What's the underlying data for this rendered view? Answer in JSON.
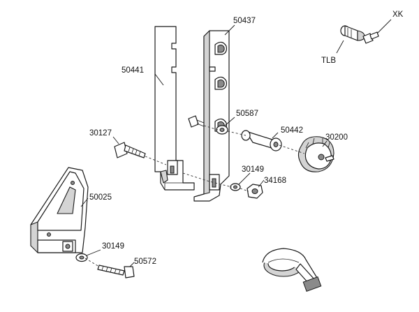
{
  "labels": {
    "p50437": "50437",
    "p50441": "50441",
    "p30127": "30127",
    "p50587": "50587",
    "p50442": "50442",
    "p30200": "30200",
    "p30149a": "30149",
    "p34168": "34168",
    "p50025": "50025",
    "p30149b": "30149",
    "p50572": "50572",
    "xk": "XK",
    "tlb": "TLB"
  },
  "icons": {
    "parts": [
      "bracket-plate",
      "slotted-bracket",
      "bolt",
      "screw",
      "spacer",
      "lock-knob",
      "washer",
      "nut",
      "foot-block",
      "strap",
      "key",
      "lock-cylinder"
    ]
  }
}
